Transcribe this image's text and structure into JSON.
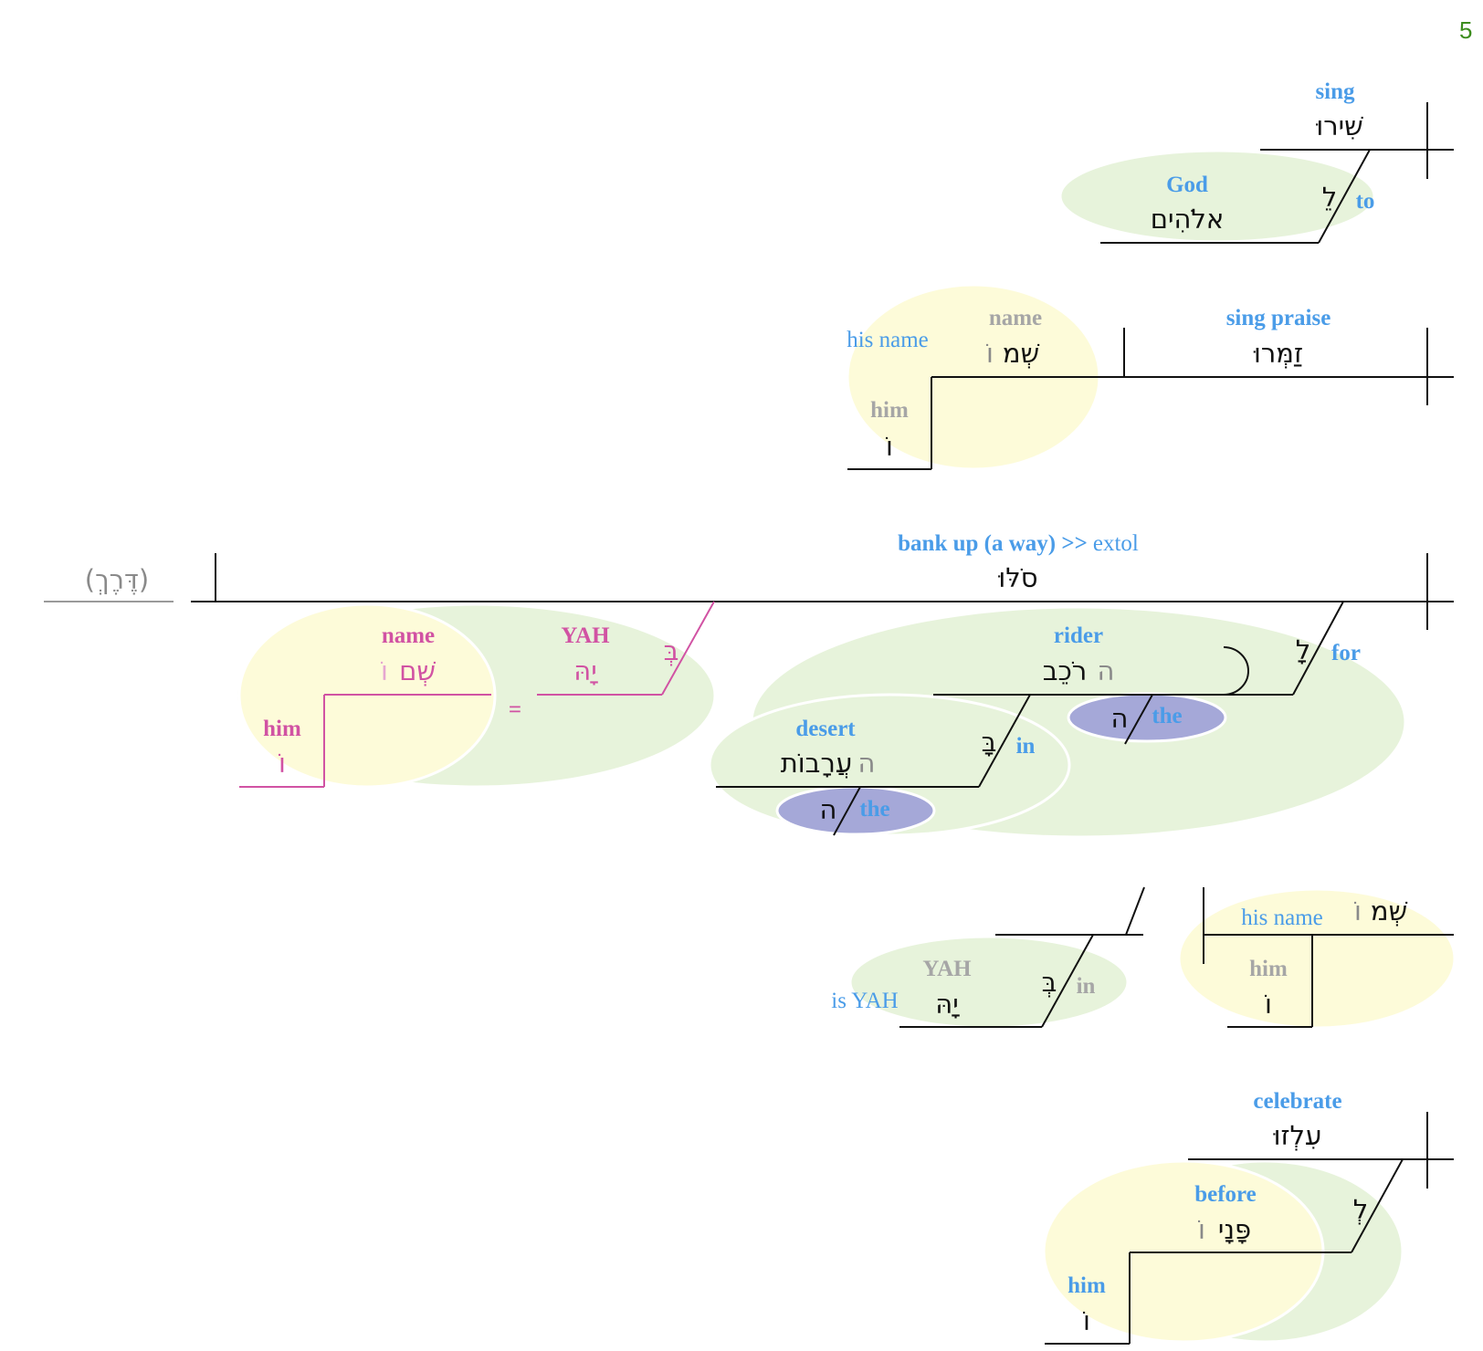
{
  "page_number": "5",
  "clause1": {
    "verb_gloss": "sing",
    "verb": "שִׁירוּ",
    "prep": "לֵ",
    "prep_gloss": "to",
    "obj_gloss": "God",
    "obj": "אלֹהִים"
  },
  "clause2": {
    "verb_gloss": "sing praise",
    "verb": "זַמְּרוּ",
    "obj_phrase_gloss": "his name",
    "obj_gloss": "name",
    "obj": "שְׁמ",
    "suffix": "וֹ",
    "poss_gloss": "him",
    "poss": "וֹ"
  },
  "clause3": {
    "ellipsis": "(דֶּרֶךְ)",
    "verb_gloss_bold": "bank up (a way) >>",
    "verb_gloss_extra": "extol",
    "verb": "סֹלּוּ",
    "prep_for": "לָ",
    "prep_for_gloss": "for",
    "rider_gloss": "rider",
    "rider": "רֹכֵב",
    "rider_article": "ה",
    "article": "ה",
    "article_gloss": "the",
    "prep_in": "בָּ",
    "prep_in_gloss": "in",
    "desert_gloss": "desert",
    "desert": "עֲרָבוֹת",
    "desert_article": "ה",
    "appos_prep": "בְּ",
    "appos_gloss": "YAH",
    "appos": "יָהּ",
    "equals": "=",
    "name_gloss": "name",
    "name": "שְׁם",
    "name_suffix": "וֹ",
    "him_gloss": "him",
    "him": "וֹ"
  },
  "clause4": {
    "predicate_gloss": "is YAH",
    "pred_gloss": "YAH",
    "pred": "יָהּ",
    "prep": "בְּ",
    "prep_gloss": "in",
    "subject_phrase_gloss": "his name",
    "subject": "שְׁמ",
    "suffix": "וֹ",
    "poss_gloss": "him",
    "poss": "וֹ"
  },
  "clause5": {
    "verb_gloss": "celebrate",
    "verb": "עִלְזוּ",
    "prep": "לְ",
    "obj_gloss": "before",
    "obj": "פָּנָי",
    "suffix": "וֹ",
    "poss_gloss": "him",
    "poss": "וֹ"
  }
}
